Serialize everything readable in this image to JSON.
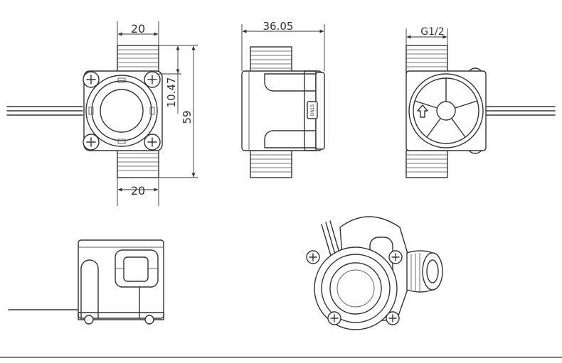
{
  "dimensions": {
    "front_width_top": "20",
    "front_width_bottom": "20",
    "front_height_inner": "10.47",
    "front_height_total": "59",
    "side_length": "36.05",
    "thread_size": "G1/2"
  },
  "side_label": "DN15",
  "colors": {
    "stroke": "#333333",
    "background": "#ffffff"
  }
}
